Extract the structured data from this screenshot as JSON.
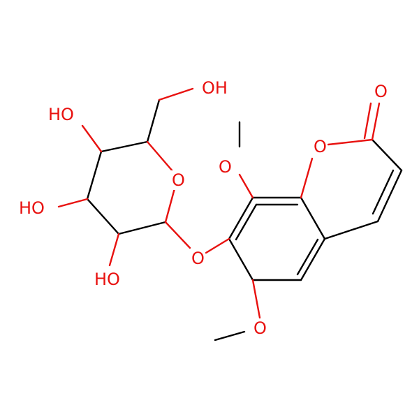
{
  "molecule": {
    "colors": {
      "bond": "#000000",
      "oxygen": "#e8110f",
      "background": "#ffffff"
    },
    "labels": {
      "oh_ch2": "OH",
      "ho_c4": "HO",
      "ho_c3": "HO",
      "ho_c2": "HO",
      "o_ring_sugar": "O",
      "o_glycosidic": "O",
      "o_methoxy_8": "O",
      "o_ring_lactone": "O",
      "o_carbonyl": "O",
      "o_methoxy_6": "O"
    }
  }
}
